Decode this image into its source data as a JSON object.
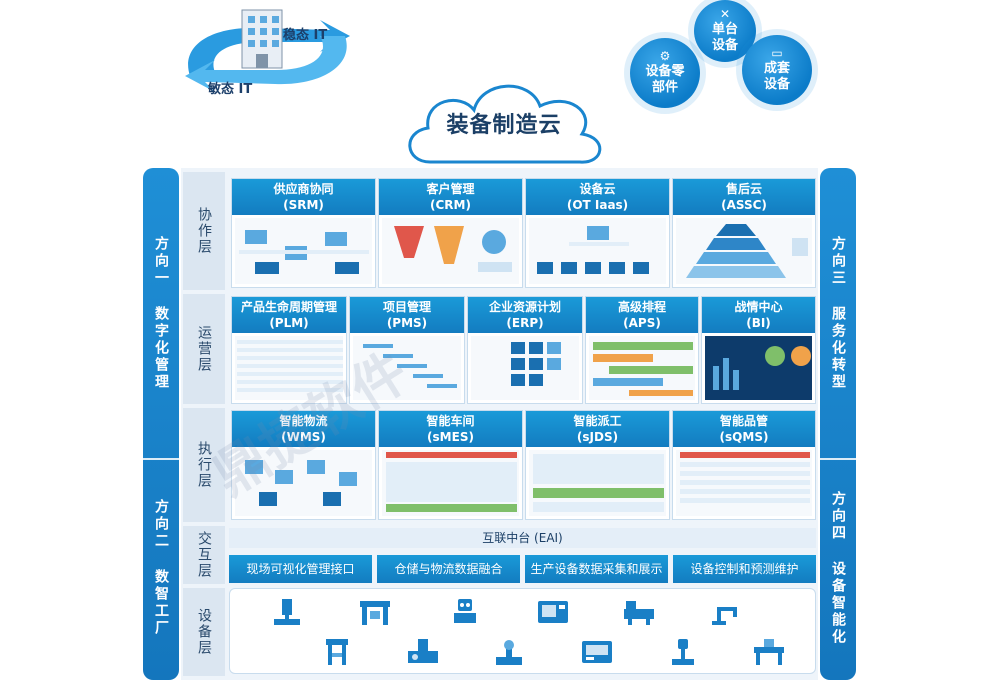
{
  "top": {
    "stable_it": "稳态 IT",
    "agile_it": "敏态 IT",
    "cloud_title": "装备制造云",
    "bubbles": [
      {
        "label": "单台设备",
        "icon": "wrench-icon"
      },
      {
        "label": "设备零部件",
        "icon": "part-icon"
      },
      {
        "label": "成套设备",
        "icon": "screen-icon"
      }
    ]
  },
  "directions": {
    "dir1": "方向一 数字化管理",
    "dir2": "方向二 数智工厂",
    "dir3": "方向三 服务化转型",
    "dir4": "方向四 设备智能化"
  },
  "layers": {
    "collab": "协作层",
    "operate": "运营层",
    "execute": "执行层",
    "interact": "交互层",
    "device": "设备层"
  },
  "collab_modules": [
    {
      "name": "供应商协同",
      "code": "(SRM)"
    },
    {
      "name": "客户管理",
      "code": "(CRM)"
    },
    {
      "name": "设备云",
      "code": "(OT Iaas)"
    },
    {
      "name": "售后云",
      "code": "(ASSC)"
    }
  ],
  "operate_modules": [
    {
      "name": "产品生命周期管理",
      "code": "(PLM)"
    },
    {
      "name": "项目管理",
      "code": "(PMS)"
    },
    {
      "name": "企业资源计划",
      "code": "(ERP)"
    },
    {
      "name": "高级排程",
      "code": "(APS)"
    },
    {
      "name": "战情中心",
      "code": "(BI)"
    }
  ],
  "execute_modules": [
    {
      "name": "智能物流",
      "code": "(WMS)"
    },
    {
      "name": "智能车间",
      "code": "(sMES)"
    },
    {
      "name": "智能派工",
      "code": "(sJDS)"
    },
    {
      "name": "智能品管",
      "code": "(sQMS)"
    }
  ],
  "eai": "互联中台 (EAI)",
  "interfaces": [
    "现场可视化管理接口",
    "仓储与物流数据融合",
    "生产设备数据采集和展示",
    "设备控制和预测维护"
  ],
  "watermark": "鼎捷软件"
}
